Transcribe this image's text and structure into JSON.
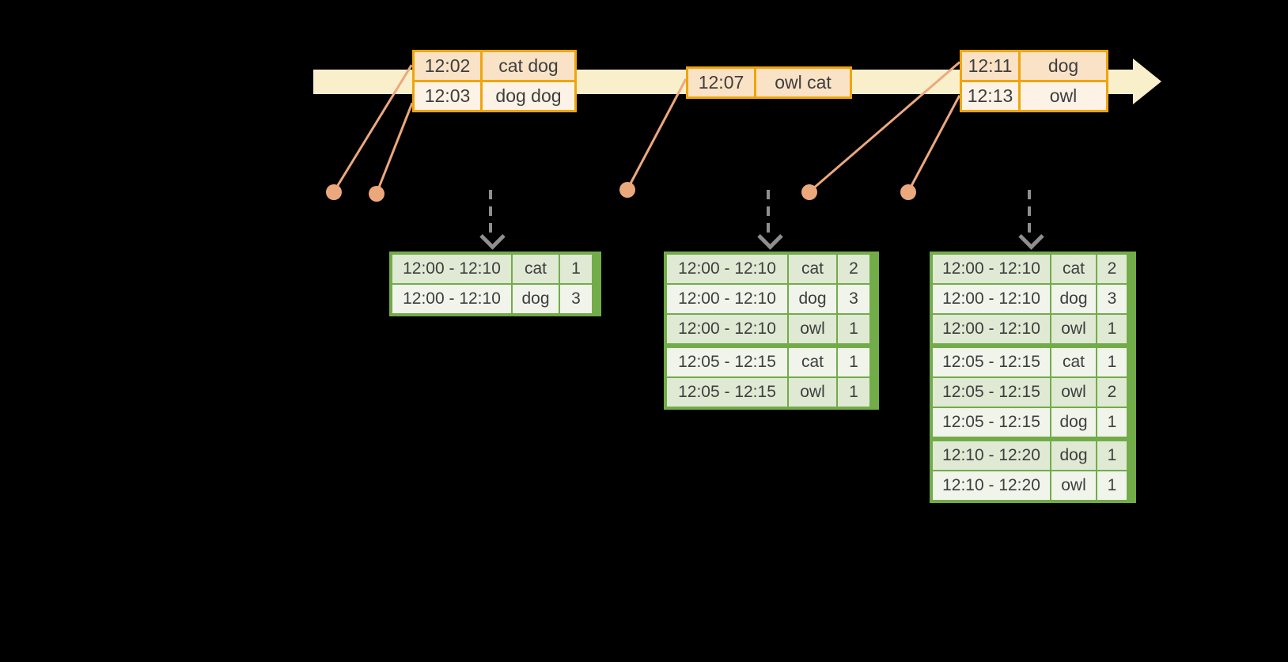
{
  "palette": {
    "background": "#000000",
    "cream": "#FAEFCB",
    "orange": "#EFA50A",
    "peach_dark": "#FAE2C6",
    "peach_light": "#FCF3E6",
    "salmon": "#ECA87D",
    "gray": "#8F8F8F",
    "green": "#72AC49",
    "green_dark": "#DFE9D4",
    "green_light": "#F0F4EB",
    "text": "#3E3E3E"
  },
  "input_tables": [
    {
      "rows": [
        {
          "time": "12:02",
          "words": "cat dog"
        },
        {
          "time": "12:03",
          "words": "dog dog"
        }
      ]
    },
    {
      "rows": [
        {
          "time": "12:07",
          "words": "owl cat"
        }
      ]
    },
    {
      "rows": [
        {
          "time": "12:11",
          "words": "dog"
        },
        {
          "time": "12:13",
          "words": "owl"
        }
      ]
    }
  ],
  "result_tables": [
    {
      "rows": [
        {
          "window": "12:00 - 12:10",
          "word": "cat",
          "count": "1"
        },
        {
          "window": "12:00 - 12:10",
          "word": "dog",
          "count": "3"
        }
      ]
    },
    {
      "rows": [
        {
          "window": "12:00 - 12:10",
          "word": "cat",
          "count": "2"
        },
        {
          "window": "12:00 - 12:10",
          "word": "dog",
          "count": "3"
        },
        {
          "window": "12:00 - 12:10",
          "word": "owl",
          "count": "1"
        },
        {
          "window": "12:05 - 12:15",
          "word": "cat",
          "count": "1"
        },
        {
          "window": "12:05 - 12:15",
          "word": "owl",
          "count": "1"
        }
      ]
    },
    {
      "rows": [
        {
          "window": "12:00 - 12:10",
          "word": "cat",
          "count": "2"
        },
        {
          "window": "12:00 - 12:10",
          "word": "dog",
          "count": "3"
        },
        {
          "window": "12:00 - 12:10",
          "word": "owl",
          "count": "1"
        },
        {
          "window": "12:05 - 12:15",
          "word": "cat",
          "count": "1"
        },
        {
          "window": "12:05 - 12:15",
          "word": "owl",
          "count": "2"
        },
        {
          "window": "12:05 - 12:15",
          "word": "dog",
          "count": "1"
        },
        {
          "window": "12:10 - 12:20",
          "word": "dog",
          "count": "1"
        },
        {
          "window": "12:10 - 12:20",
          "word": "owl",
          "count": "1"
        }
      ]
    }
  ]
}
